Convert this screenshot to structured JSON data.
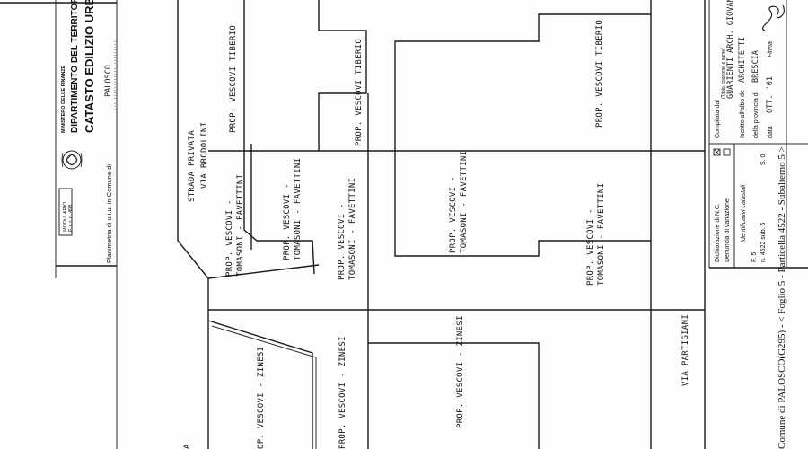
{
  "header": {
    "form_code_line1": "MODULARIO",
    "form_code_line2": "F. r. r. n. 498",
    "ministry": "MINISTERO DELLE FINANZE",
    "department": "DIPARTIMENTO DEL TERRITORIO",
    "cadastre": "CATASTO EDILIZIO URBANO",
    "plan_label": "Planimetria di u.i.u. in Comune di",
    "comune_value": "PALOSCO"
  },
  "plan": {
    "private_street": "STRADA PRIVATA",
    "street_name": "VIA BRODOLINI",
    "main_street": "VIA PARTIGIANI",
    "owner_tiberio": "PROP. VESCOVI TIBERIO",
    "owner_favettini_l1": "PROP. VESCOVI -",
    "owner_favettini_l2": "TOMASONI - FAVETTINI",
    "owner_zinesi": "PROP. VESCOVI - ZINESI",
    "owner_zinesi_cut": "OP. VESCOVI - ZINESI",
    "edge_letter": "A"
  },
  "titleblock": {
    "declaration": "Dichiarazione di N.C.",
    "variation": "Denuncia di variazione",
    "identifiers": "Identificativi catastali",
    "id_sheet": "F.  5",
    "id_parcel": "n.  4522  sub.  5",
    "compiled_by": "Compilata dal",
    "compiled_hint": "(Titolo, cognome e nome)",
    "compiler_name": "GUARIENTI ARCH. GIOVANNI",
    "register": "Iscritto all'albo de",
    "register_value": "ARCHITETTI",
    "province": "della provincia di",
    "province_value": "BRESCIA",
    "date_label": "data",
    "date_value": "OTT. '01",
    "signature_label": "Firma",
    "ref_line": "Comune di PALOSCO(G295) - < Foglio 5 - Particella 4522 - Subalterno 5 >",
    "side_code": "S. 0"
  }
}
